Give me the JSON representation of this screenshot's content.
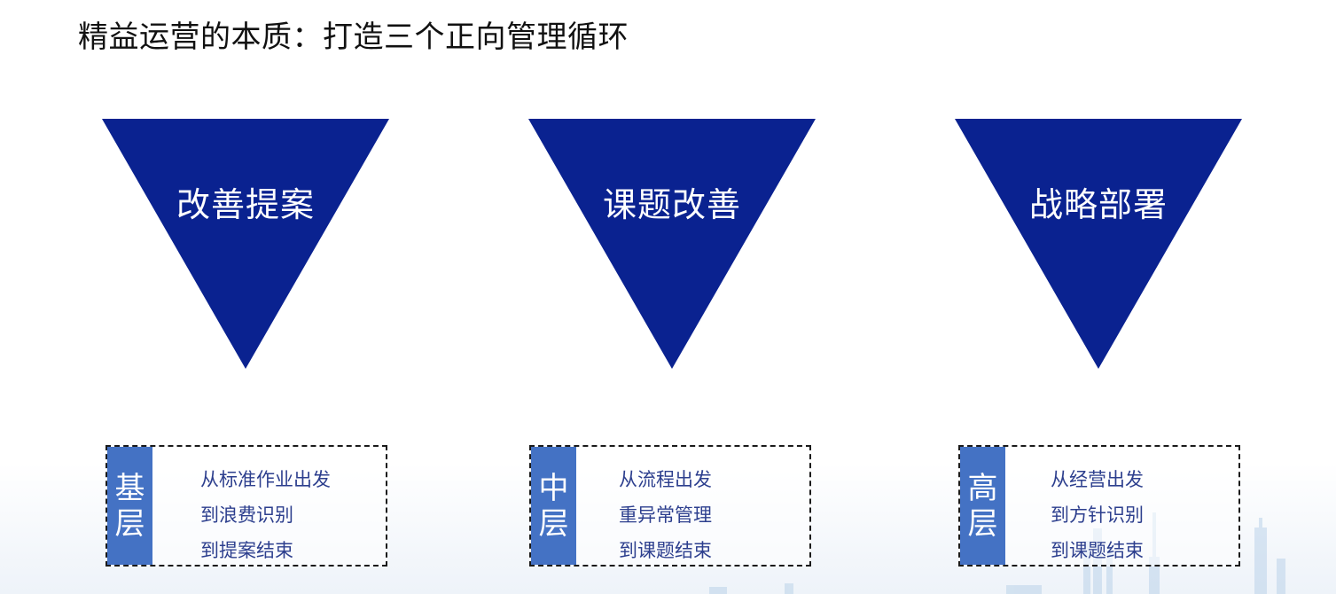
{
  "title": "精益运营的本质：打造三个正向管理循环",
  "colors": {
    "triangle_fill": "#0a2290",
    "tag_fill": "#4472c4",
    "line_text": "#2d3f8e"
  },
  "loops": [
    {
      "name": "改善提案",
      "level_chars": [
        "基",
        "层"
      ],
      "lines": [
        "从标准作业出发",
        "到浪费识别",
        "到提案结束"
      ]
    },
    {
      "name": "课题改善",
      "level_chars": [
        "中",
        "层"
      ],
      "lines": [
        "从流程出发",
        "重异常管理",
        "到课题结束"
      ]
    },
    {
      "name": "战略部署",
      "level_chars": [
        "高",
        "层"
      ],
      "lines": [
        "从经营出发",
        "到方针识别",
        "到课题结束"
      ]
    }
  ]
}
